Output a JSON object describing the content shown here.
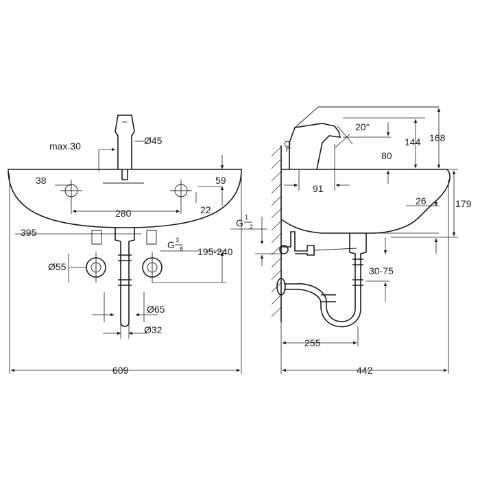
{
  "front_view": {
    "max_spout": "max.30",
    "dia_45": "Ø45",
    "dim_38": "38",
    "dim_59": "59",
    "dim_280": "280",
    "dim_22": "22",
    "dim_395": "395",
    "thread_prefix": "G",
    "thread_num": "3",
    "thread_den": "8",
    "dim_195_240": "195-240",
    "dia_55": "Ø55",
    "dia_65": "Ø65",
    "dia_32": "Ø32",
    "dim_609": "609"
  },
  "side_view": {
    "angle_20": "20°",
    "dim_144": "144",
    "dim_168": "168",
    "dim_80": "80",
    "dim_91": "91",
    "dim_179": "179",
    "dim_26": "26",
    "thread_prefix": "G",
    "thread_num": "1",
    "thread_den": "2",
    "dim_30_75": "30-75",
    "dim_255": "255",
    "dim_442": "442"
  }
}
